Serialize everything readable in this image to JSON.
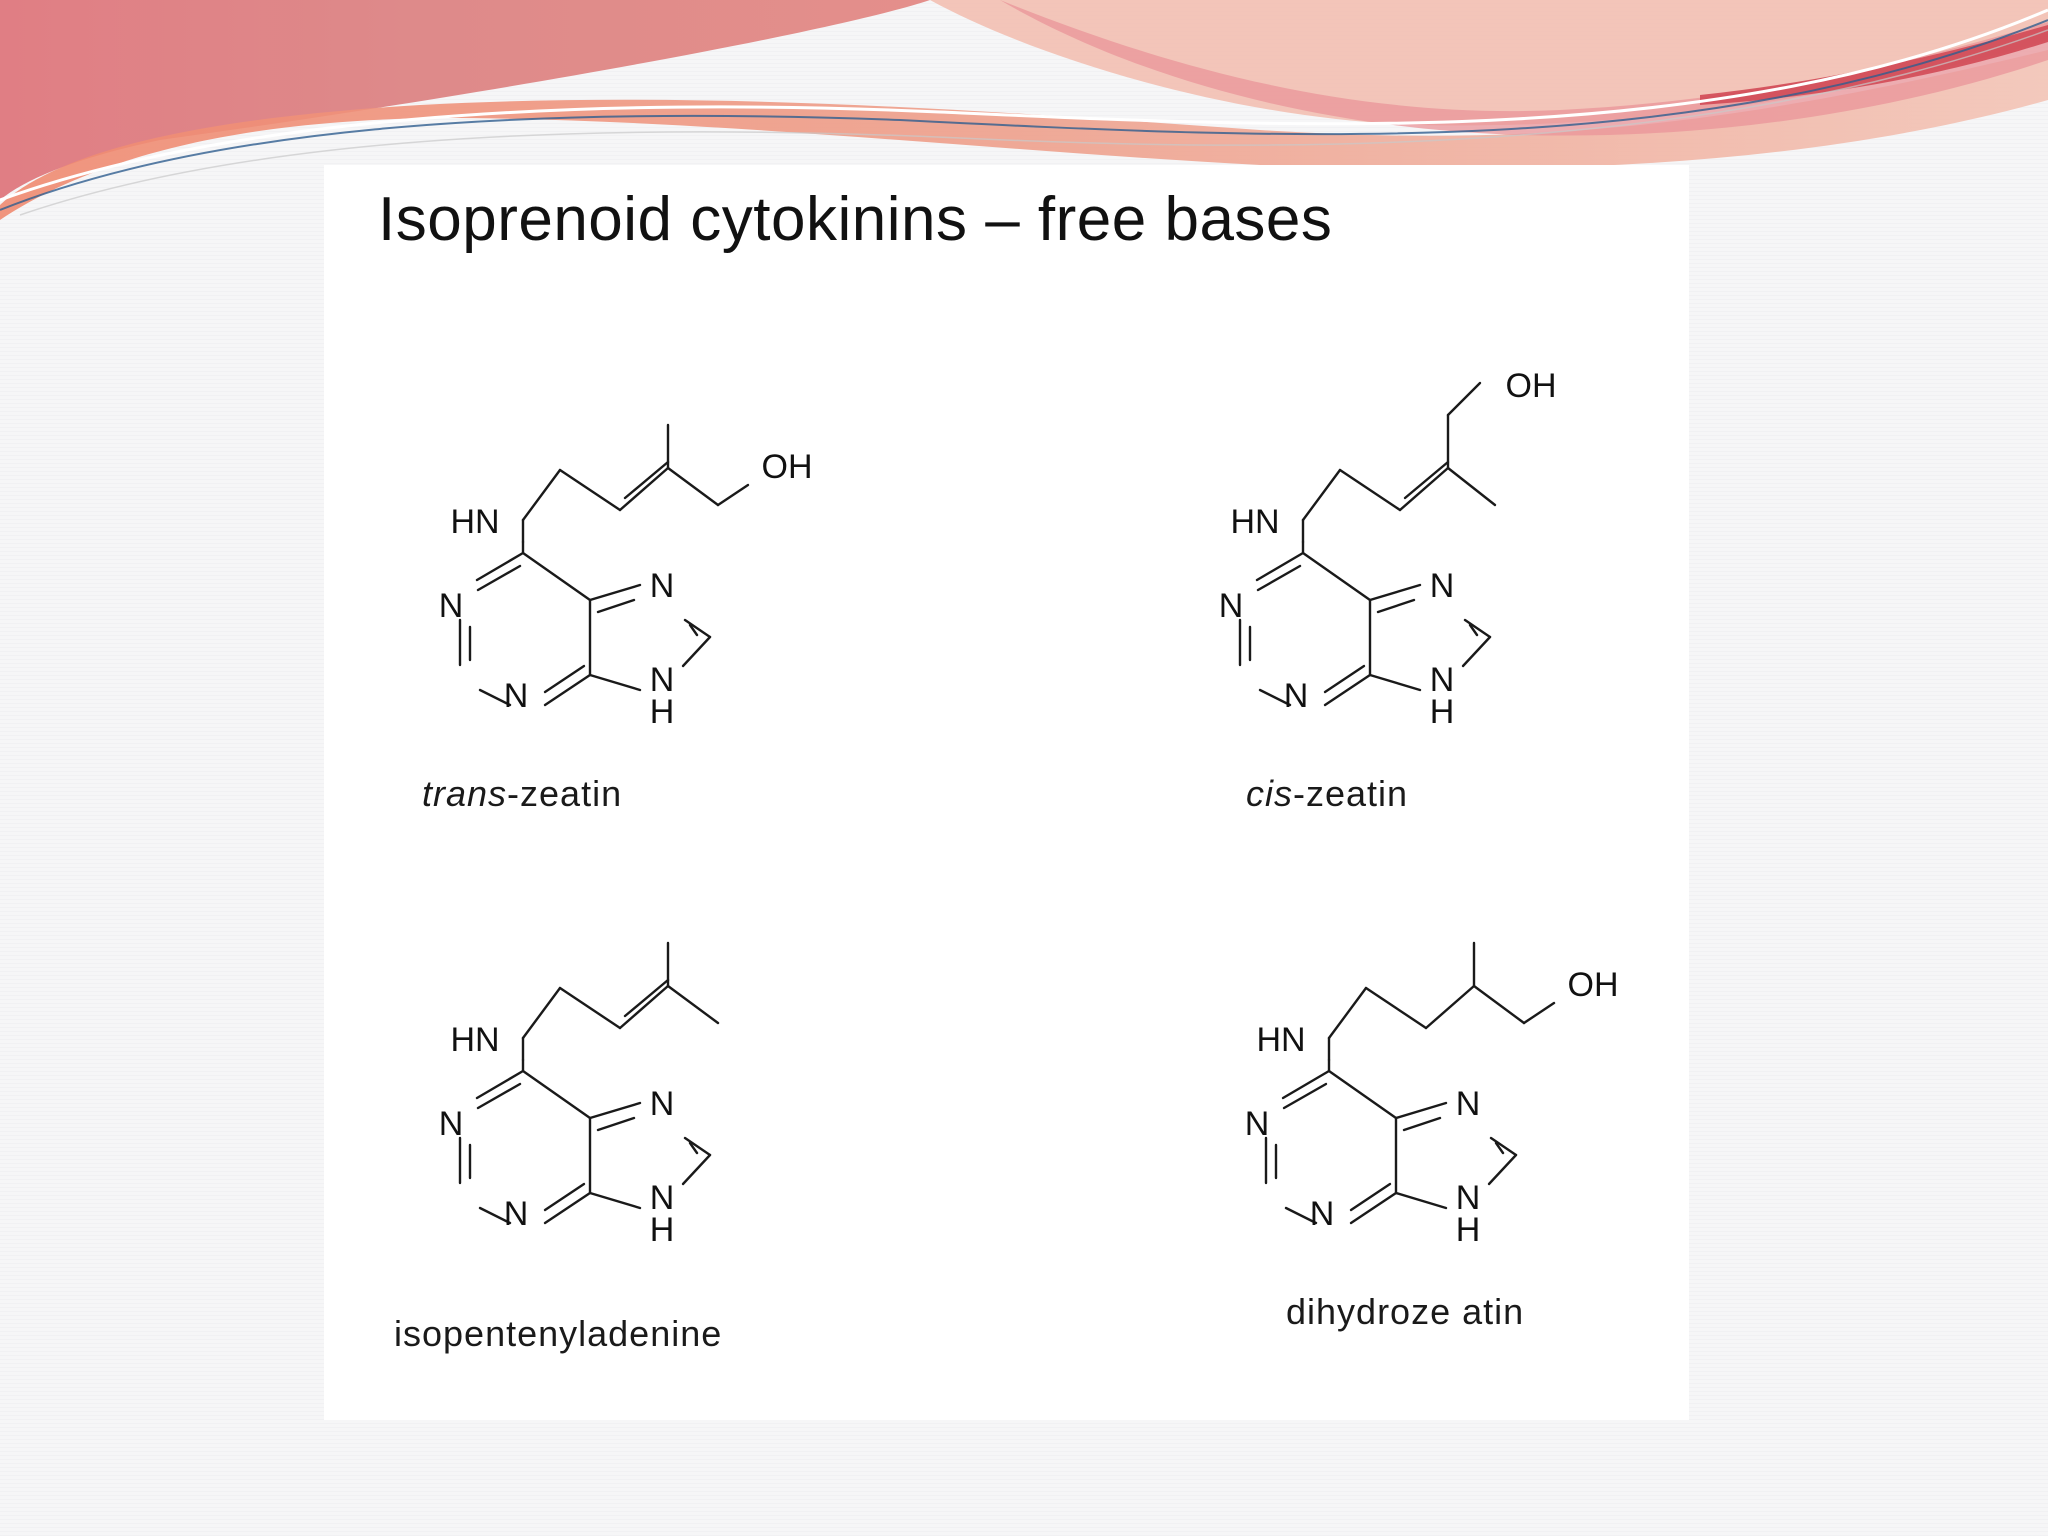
{
  "slide": {
    "title": "Isoprenoid cytokinins – free bases",
    "accent_colors": [
      "#dc8a8e",
      "#ee9a7e",
      "#f3c0b2",
      "#d24a56",
      "#2f5e8e"
    ]
  },
  "molecules": [
    {
      "name_prefix": "trans",
      "name_suffix": "-zeatin",
      "atoms": {
        "amine": "HN",
        "n1": "N",
        "n3": "N",
        "n7": "N",
        "n9": "N",
        "n9h": "H",
        "hydroxyl": "OH"
      }
    },
    {
      "name_prefix": "cis",
      "name_suffix": "-zeatin",
      "atoms": {
        "amine": "HN",
        "n1": "N",
        "n3": "N",
        "n7": "N",
        "n9": "N",
        "n9h": "H",
        "hydroxyl": "OH"
      }
    },
    {
      "name_prefix": "",
      "name_suffix": "isopentenyladenine",
      "atoms": {
        "amine": "HN",
        "n1": "N",
        "n3": "N",
        "n7": "N",
        "n9": "N",
        "n9h": "H"
      }
    },
    {
      "name_prefix": "",
      "name_suffix": "dihydroze atin",
      "atoms": {
        "amine": "HN",
        "n1": "N",
        "n3": "N",
        "n7": "N",
        "n9": "N",
        "n9h": "H",
        "hydroxyl": "OH"
      }
    }
  ]
}
